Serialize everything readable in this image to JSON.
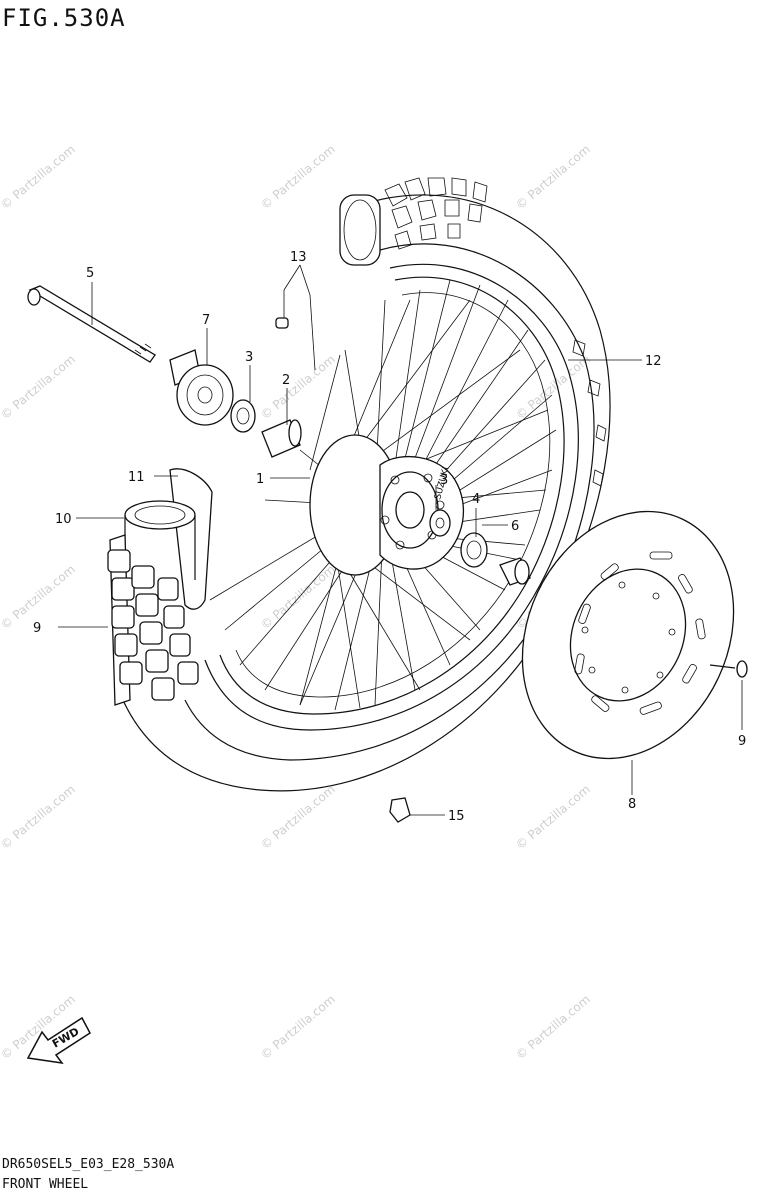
{
  "figure": {
    "title": "FIG.530A",
    "code": "DR650SEL5_E03_E28_530A",
    "caption": "FRONT WHEEL"
  },
  "watermark": "© Partzilla.com",
  "parts": [
    "1",
    "2",
    "3",
    "3",
    "4",
    "5",
    "6",
    "7",
    "8",
    "9",
    "10",
    "11",
    "12",
    "13",
    "14",
    "15"
  ],
  "hub_mark": "SUZUKI",
  "fwd_label": "FWD"
}
